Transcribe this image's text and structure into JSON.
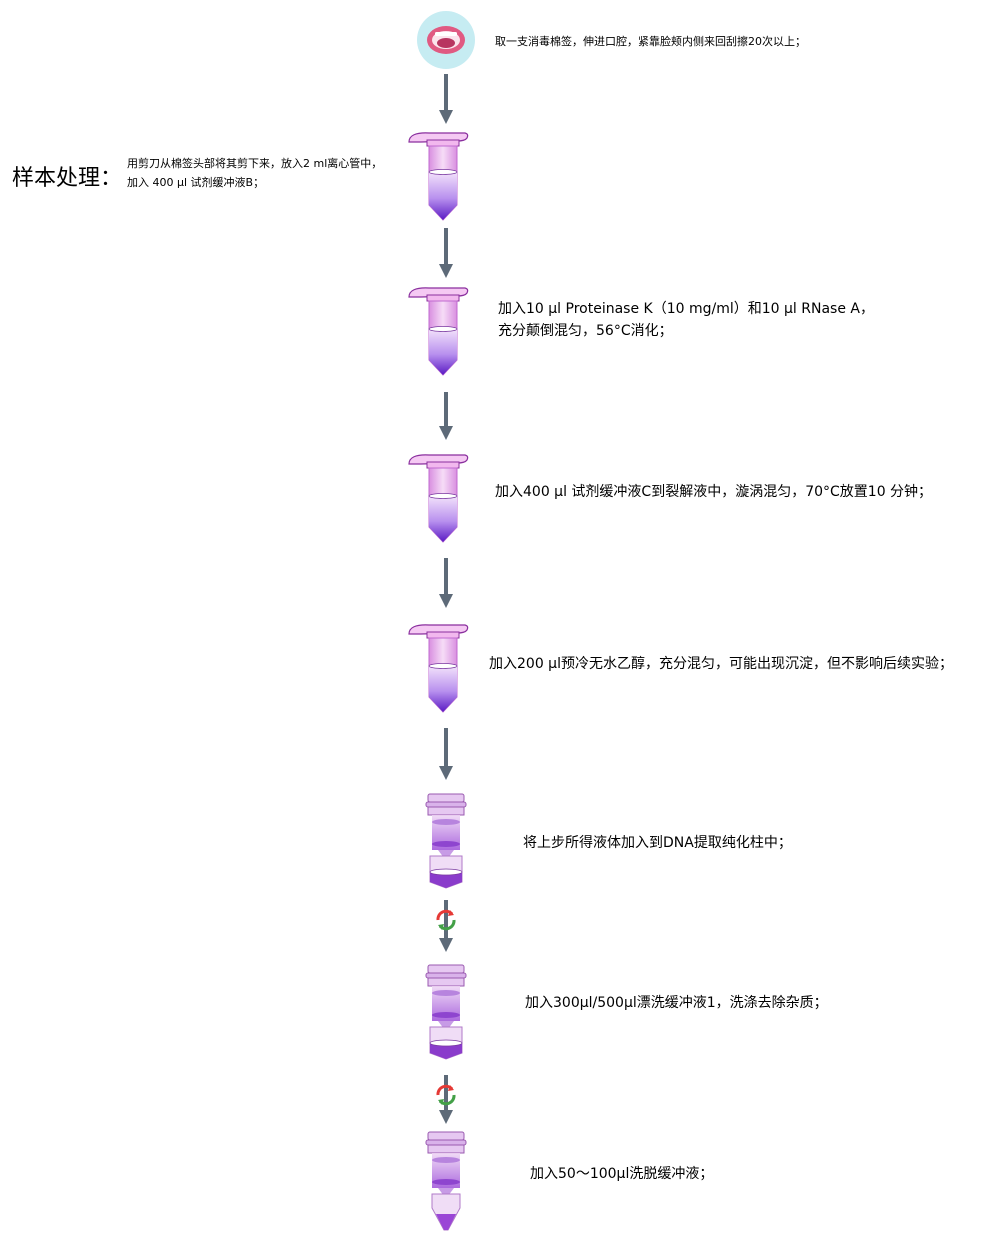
{
  "section_title": "样本处理：",
  "steps": [
    {
      "text": "取一支消毒棉签，伸进口腔，紧靠脸颊内侧来回刮擦20次以上；"
    },
    {
      "lines": [
        "用剪刀从棉签头部将其剪下来，放入2 ml离心管中，",
        "加入 400 μl 试剂缓冲液B；"
      ]
    },
    {
      "lines": [
        "加入10 μl Proteinase K（10 mg/ml）和10 μl RNase A，",
        "充分颠倒混匀，56°C消化；"
      ]
    },
    {
      "text": "加入400 μl 试剂缓冲液C到裂解液中，漩涡混匀，70°C放置10 分钟；"
    },
    {
      "text": "加入200 μl预冷无水乙醇，充分混匀，可能出现沉淀，但不影响后续实验；"
    },
    {
      "text": "将上步所得液体加入到DNA提取纯化柱中；"
    },
    {
      "text": "加入300μl/500μl漂洗缓冲液1，洗涤去除杂质；"
    },
    {
      "text": "加入50～100μl洗脱缓冲液；"
    }
  ],
  "icons": {
    "mouth": "mouth-icon",
    "tube": "microcentrifuge-tube-icon",
    "column": "spin-column-icon",
    "centrifuge": "centrifuge-icon"
  },
  "colors": {
    "arrow": "#5d6a78",
    "liquid_top": "#e7c9f5",
    "liquid_bottom": "#6a22d0",
    "tube_wall": "#e9b9ec",
    "outline": "#8a2f9e",
    "mouth_bg": "#c6ecf2",
    "lips": "#e05a82",
    "spin_red": "#e53935",
    "spin_green": "#43a047"
  }
}
